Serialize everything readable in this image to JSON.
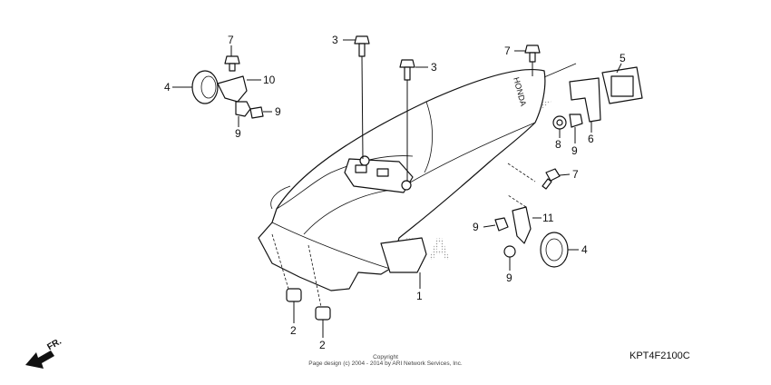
{
  "diagram": {
    "brand_watermark": "HONDA",
    "fender_logo": "HONDA",
    "direction_label": "FR.",
    "diagram_code": "KPT4F2100C",
    "copyright_line1": "Copyright",
    "copyright_line2": "Page design (c) 2004 - 2014 by ARI Network Services, Inc.",
    "callouts": {
      "c1": "1",
      "c2a": "2",
      "c2b": "2",
      "c3a": "3",
      "c3b": "3",
      "c4a": "4",
      "c4b": "4",
      "c5": "5",
      "c6": "6",
      "c7a": "7",
      "c7b": "7",
      "c7c": "7",
      "c8": "8",
      "c9a": "9",
      "c9b": "9",
      "c9c": "9",
      "c9d": "9",
      "c9e": "9",
      "c10": "10",
      "c11": "11"
    }
  }
}
